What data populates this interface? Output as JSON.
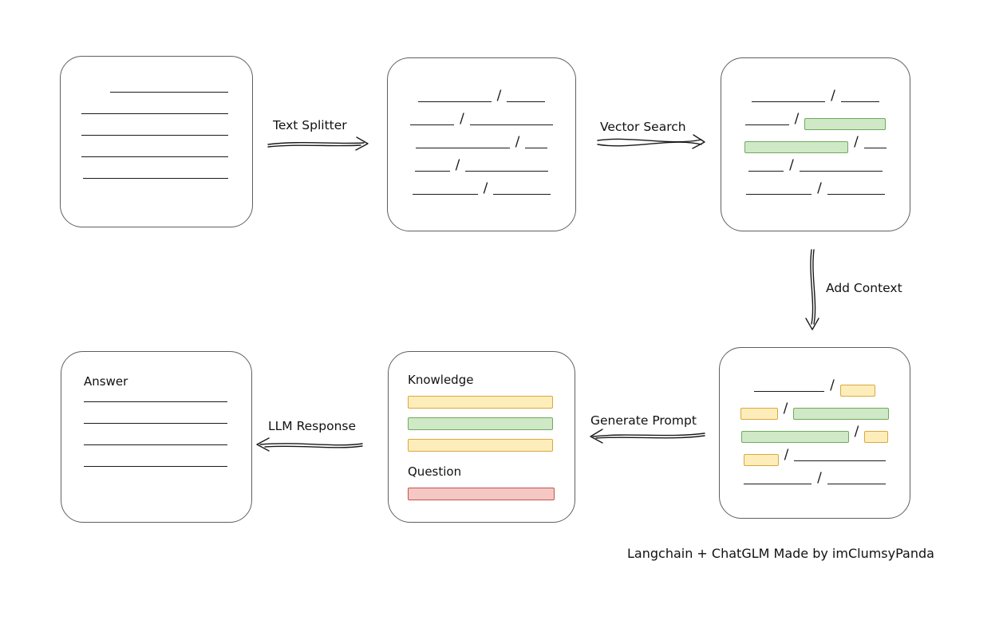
{
  "caption": "Langchain + ChatGLM Made by imClumsyPanda",
  "labels": {
    "text_splitter": "Text Splitter",
    "vector_search": "Vector Search",
    "add_context": "Add Context",
    "generate_prompt": "Generate Prompt",
    "llm_response": "LLM Response"
  },
  "colors": {
    "green_fill": "#cfe9c6",
    "green_border": "#6faa5e",
    "yellow_fill": "#fdedba",
    "yellow_border": "#d9a93c",
    "red_fill": "#f5c8c4",
    "red_border": "#c4554e",
    "ink": "#1a1a1a",
    "box_border": "#5f5f5f"
  },
  "boxes": {
    "document": {
      "line_widths": [
        148,
        184,
        184,
        184,
        182
      ]
    },
    "chunks": {
      "rows": [
        [
          {
            "kind": "line",
            "w": 92
          },
          {
            "kind": "line",
            "w": 48
          }
        ],
        [
          {
            "kind": "line",
            "w": 55
          },
          {
            "kind": "line",
            "w": 104
          }
        ],
        [
          {
            "kind": "line",
            "w": 118
          },
          {
            "kind": "line",
            "w": 28
          }
        ],
        [
          {
            "kind": "line",
            "w": 44
          },
          {
            "kind": "line",
            "w": 104
          }
        ],
        [
          {
            "kind": "line",
            "w": 82
          },
          {
            "kind": "line",
            "w": 72
          }
        ]
      ]
    },
    "search_results": {
      "rows": [
        [
          {
            "kind": "line",
            "w": 92
          },
          {
            "kind": "line",
            "w": 48
          }
        ],
        [
          {
            "kind": "line",
            "w": 55
          },
          {
            "kind": "green",
            "w": 102
          }
        ],
        [
          {
            "kind": "green",
            "w": 130
          },
          {
            "kind": "line",
            "w": 28
          }
        ],
        [
          {
            "kind": "line",
            "w": 44
          },
          {
            "kind": "line",
            "w": 104
          }
        ],
        [
          {
            "kind": "line",
            "w": 82
          },
          {
            "kind": "line",
            "w": 72
          }
        ]
      ]
    },
    "context": {
      "rows": [
        [
          {
            "kind": "line",
            "w": 88
          },
          {
            "kind": "yellow",
            "w": 44
          }
        ],
        [
          {
            "kind": "yellow",
            "w": 47
          },
          {
            "kind": "green",
            "w": 120
          }
        ],
        [
          {
            "kind": "green",
            "w": 135
          },
          {
            "kind": "yellow",
            "w": 30
          }
        ],
        [
          {
            "kind": "yellow",
            "w": 44
          },
          {
            "kind": "line",
            "w": 115
          }
        ],
        [
          {
            "kind": "line",
            "w": 85
          },
          {
            "kind": "line",
            "w": 73
          }
        ]
      ]
    },
    "prompt": {
      "knowledge_label": "Knowledge",
      "knowledge_bars": [
        {
          "kind": "yellow",
          "w": 182
        },
        {
          "kind": "green",
          "w": 182
        },
        {
          "kind": "yellow",
          "w": 182
        }
      ],
      "question_label": "Question",
      "question_bars": [
        {
          "kind": "red",
          "w": 184
        }
      ]
    },
    "answer": {
      "label": "Answer",
      "line_widths": [
        180,
        180,
        180,
        180
      ]
    }
  }
}
